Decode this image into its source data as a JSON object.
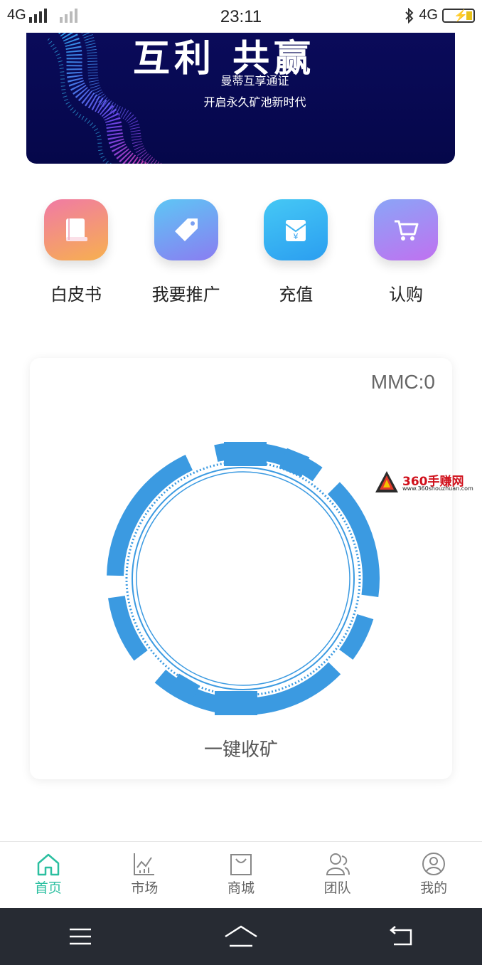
{
  "statusbar": {
    "network_left": "4G",
    "time": "23:11",
    "network_right": "4G"
  },
  "banner": {
    "title": "互利 共赢",
    "subtitle1": "曼蒂互享通证",
    "subtitle2": "开启永久矿池新时代"
  },
  "quick_actions": [
    {
      "label": "白皮书",
      "icon": "book-icon",
      "color_from": "#f07aa5",
      "color_to": "#f7b04f"
    },
    {
      "label": "我要推广",
      "icon": "tag-icon",
      "color_from": "#5ec6f4",
      "color_to": "#8a7df2"
    },
    {
      "label": "充值",
      "icon": "envelope-yuan-icon",
      "color_from": "#45c8f5",
      "color_to": "#2b9ef0"
    },
    {
      "label": "认购",
      "icon": "cart-icon",
      "color_from": "#8aa5f7",
      "color_to": "#c071f0"
    }
  ],
  "mining": {
    "balance": "MMC:0",
    "collect_label": "一键收矿",
    "ring_color": "#3b9ae1"
  },
  "watermark": {
    "text": "360手赚网",
    "url": "www.360shouzhuan.com"
  },
  "tabs": [
    {
      "label": "首页",
      "icon": "home-icon",
      "active": true
    },
    {
      "label": "市场",
      "icon": "chart-icon",
      "active": false
    },
    {
      "label": "商城",
      "icon": "shopping-bag-icon",
      "active": false
    },
    {
      "label": "团队",
      "icon": "team-icon",
      "active": false
    },
    {
      "label": "我的",
      "icon": "profile-icon",
      "active": false
    }
  ],
  "colors": {
    "accent": "#2bbfa0",
    "navbar": "#272b33",
    "banner": "#0a0b5a"
  }
}
